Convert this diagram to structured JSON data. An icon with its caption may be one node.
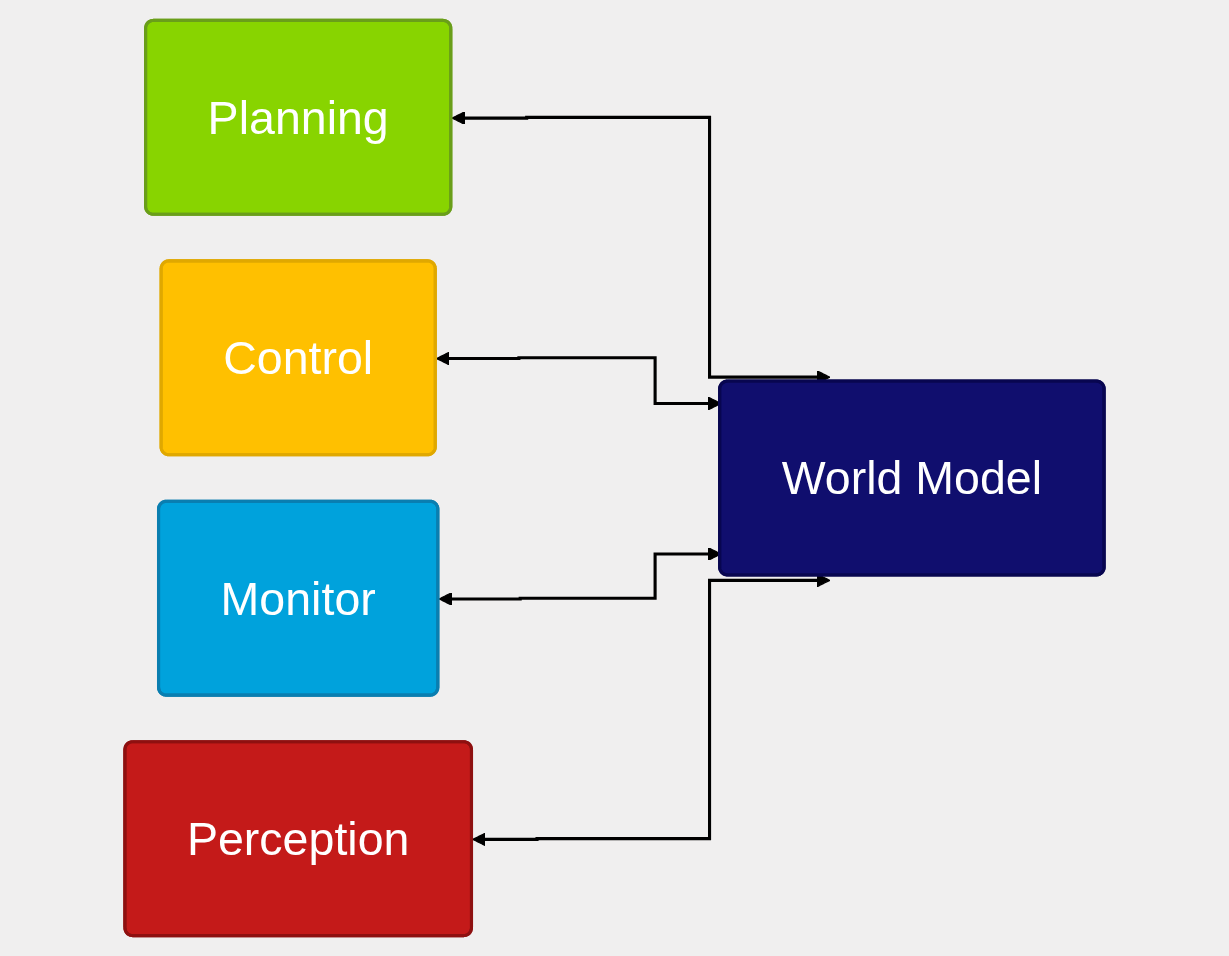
{
  "diagram": {
    "nodes": [
      {
        "text": [
          "Planning"
        ]
      },
      {
        "text": [
          "Control"
        ]
      },
      {
        "text": [
          "Monitor"
        ]
      },
      {
        "text": [
          "Perception"
        ]
      },
      {
        "text": [
          "World Model"
        ]
      }
    ],
    "edges": [
      {
        "from": 0,
        "to": 4,
        "arrow": "both"
      },
      {
        "from": 1,
        "to": 4,
        "arrow": "both"
      },
      {
        "from": 2,
        "to": 4,
        "arrow": "both"
      },
      {
        "from": 3,
        "to": 4,
        "arrow": "both"
      }
    ]
  }
}
